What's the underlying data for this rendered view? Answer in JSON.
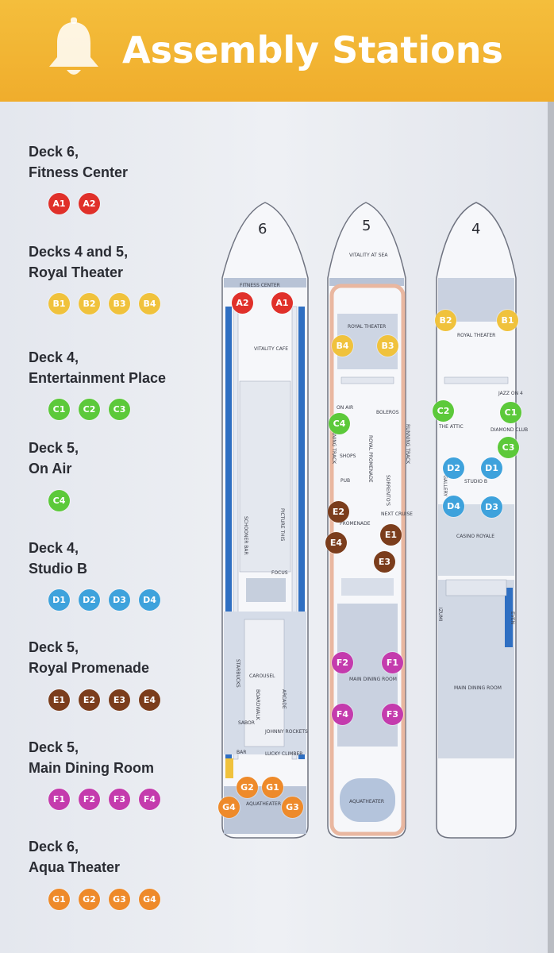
{
  "header": {
    "title": "Assembly Stations",
    "icon": "bell-icon"
  },
  "colors": {
    "header": "#f2b535",
    "A": "#e0302a",
    "B": "#f0c23c",
    "C": "#5cc93a",
    "D": "#3ea2dc",
    "E": "#7b3d1c",
    "F": "#c43bad",
    "G": "#ee8a2a"
  },
  "legend": [
    {
      "title_line1": "Deck 6,",
      "title_line2": "Fitness Center",
      "stations": [
        "A1",
        "A2"
      ]
    },
    {
      "title_line1": "Decks 4 and 5,",
      "title_line2": "Royal Theater",
      "stations": [
        "B1",
        "B2",
        "B3",
        "B4"
      ]
    },
    {
      "title_line1": "Deck 4,",
      "title_line2": "Entertainment Place",
      "stations": [
        "C1",
        "C2",
        "C3"
      ]
    },
    {
      "title_line1": "Deck 5,",
      "title_line2": "On Air",
      "stations": [
        "C4"
      ]
    },
    {
      "title_line1": "Deck 4,",
      "title_line2": "Studio B",
      "stations": [
        "D1",
        "D2",
        "D3",
        "D4"
      ]
    },
    {
      "title_line1": "Deck 5,",
      "title_line2": "Royal Promenade",
      "stations": [
        "E1",
        "E2",
        "E3",
        "E4"
      ]
    },
    {
      "title_line1": "Deck 5,",
      "title_line2": "Main Dining Room",
      "stations": [
        "F1",
        "F2",
        "F3",
        "F4"
      ]
    },
    {
      "title_line1": "Deck 6,",
      "title_line2": "Aqua Theater",
      "stations": [
        "G1",
        "G2",
        "G3",
        "G4"
      ]
    }
  ],
  "decks": {
    "deck6": {
      "number": "6",
      "labels": [
        "FITNESS CENTER",
        "VITALITY CAFE",
        "FOCUS",
        "CAROUSEL",
        "BOARDWALK",
        "SABOR",
        "JOHNNY ROCKETS",
        "BAR",
        "LUCKY CLIMBER",
        "AQUATHEATER"
      ],
      "vertical_labels": [
        "SCHOONER BAR",
        "PICTURE THIS",
        "STARBUCKS",
        "ARCADE"
      ],
      "stations": [
        "A2",
        "A1",
        "G2",
        "G1",
        "G4",
        "G3"
      ]
    },
    "deck5": {
      "number": "5",
      "labels": [
        "VITALITY AT SEA",
        "ROYAL THEATER",
        "ON AIR",
        "BOLEROS",
        "SHOPS",
        "PUB",
        "NEXT CRUISE",
        "PROMENADE",
        "MAIN DINING ROOM",
        "AQUATHEATER"
      ],
      "vertical_labels": [
        "ROYAL PROMENADE",
        "SORRENTO'S",
        "RUNNING TRACK",
        "RUNNING TRACK"
      ],
      "stations": [
        "B4",
        "B3",
        "C4",
        "E2",
        "E1",
        "E4",
        "E3",
        "F2",
        "F1",
        "F4",
        "F3"
      ]
    },
    "deck4": {
      "number": "4",
      "labels": [
        "ROYAL THEATER",
        "JAZZ ON 4",
        "THE ATTIC",
        "DIAMOND CLUB",
        "STUDIO B",
        "CASINO ROYALE",
        "MAIN DINING ROOM"
      ],
      "vertical_labels": [
        "ART GALLERY",
        "IZUMI",
        "EVEN"
      ],
      "stations": [
        "B2",
        "B1",
        "C2",
        "C1",
        "C3",
        "D2",
        "D1",
        "D4",
        "D3"
      ]
    }
  }
}
